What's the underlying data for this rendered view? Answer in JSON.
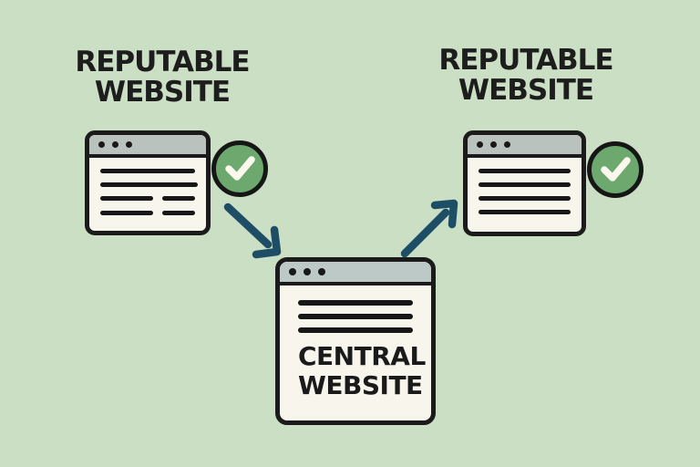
{
  "diagram": {
    "title": "central website link diagram",
    "background_color": "#cbdfc4",
    "labels": {
      "left_site": {
        "line1": "REPUTABLE",
        "line2": "WEBSITE"
      },
      "right_site": {
        "line1": "REPUTABLE",
        "line2": "WEBSITE"
      },
      "central_site": {
        "line1": "CENTRAL",
        "line2": "WEBSITE"
      }
    },
    "windows": [
      {
        "name": "left-reputable-window",
        "titlebar_dots": 3,
        "content_lines": "2 full + 2 split",
        "badge": "green-check"
      },
      {
        "name": "central-window",
        "titlebar_dots": 3,
        "content_lines": "3 full",
        "badge": "none"
      },
      {
        "name": "right-reputable-window",
        "titlebar_dots": 3,
        "content_lines": "4 full",
        "badge": "green-check"
      }
    ],
    "arrows": [
      {
        "from": "left-reputable-window",
        "to": "central-window",
        "direction": "down-right"
      },
      {
        "from": "central-window",
        "to": "right-reputable-window",
        "direction": "up-right"
      }
    ],
    "colors": {
      "outline": "#1b1b1b",
      "text": "#1d1d1d",
      "window_body": "#f7f5ec",
      "titlebar_side": "#b9c2bc",
      "titlebar_central": "#bdc9c6",
      "content_line": "#171717",
      "check_green": "#6da96e",
      "check_mark": "#fbf9ee",
      "arrow": "#1d4e66"
    }
  }
}
